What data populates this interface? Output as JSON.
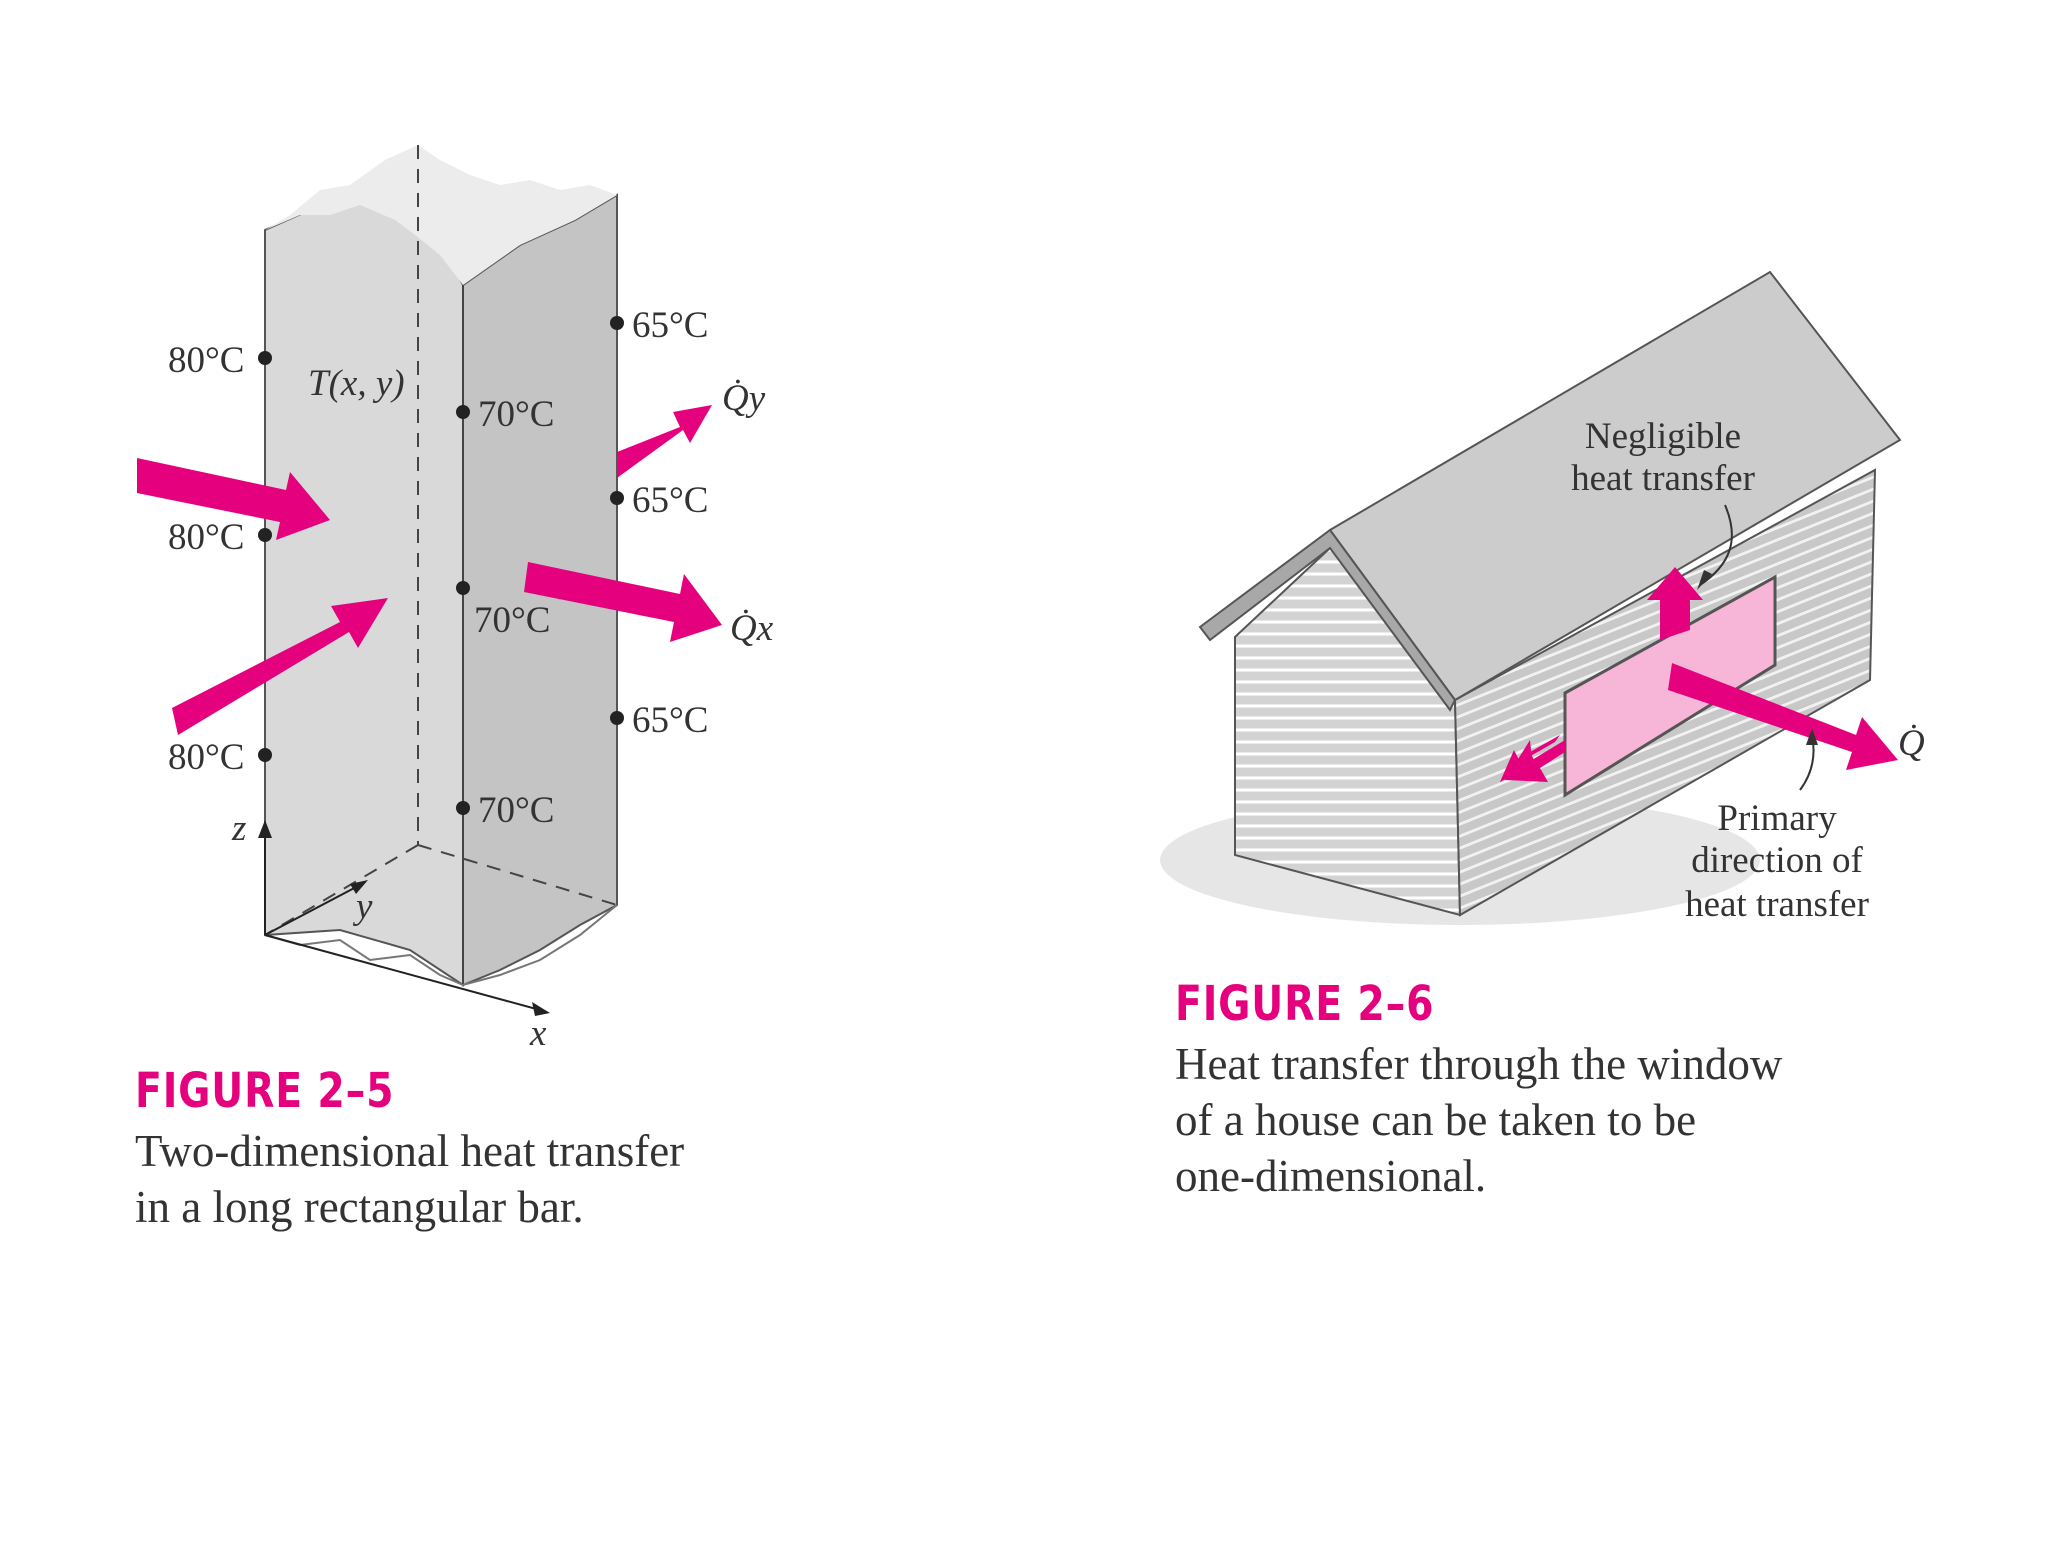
{
  "colors": {
    "accent": "#e5007e",
    "window": "#f7b6d8",
    "wall": "#d2d2d2",
    "wall_dark": "#bdbdbd",
    "roof": "#c9c9c9"
  },
  "figure_left": {
    "title": "FIGURE 2–5",
    "caption_lines": [
      "Two-dimensional heat transfer",
      "in a long rectangular bar."
    ],
    "temperatures_left": [
      "80°C",
      "80°C",
      "80°C"
    ],
    "temperatures_center": [
      "70°C",
      "70°C",
      "70°C"
    ],
    "temperatures_right": [
      "65°C",
      "65°C",
      "65°C"
    ],
    "field_label": "T(x, y)",
    "axis_x": "x",
    "axis_y": "y",
    "axis_z": "z",
    "flux_y": "Q̇y",
    "flux_x": "Q̇x"
  },
  "figure_right": {
    "title": "FIGURE 2–6",
    "caption_lines": [
      "Heat transfer through the window",
      "of a house can be taken to be",
      "one-dimensional."
    ],
    "negligible_lines": [
      "Negligible",
      "heat transfer"
    ],
    "primary_lines": [
      "Primary",
      "direction of",
      "heat transfer"
    ],
    "flux": "Q̇"
  }
}
